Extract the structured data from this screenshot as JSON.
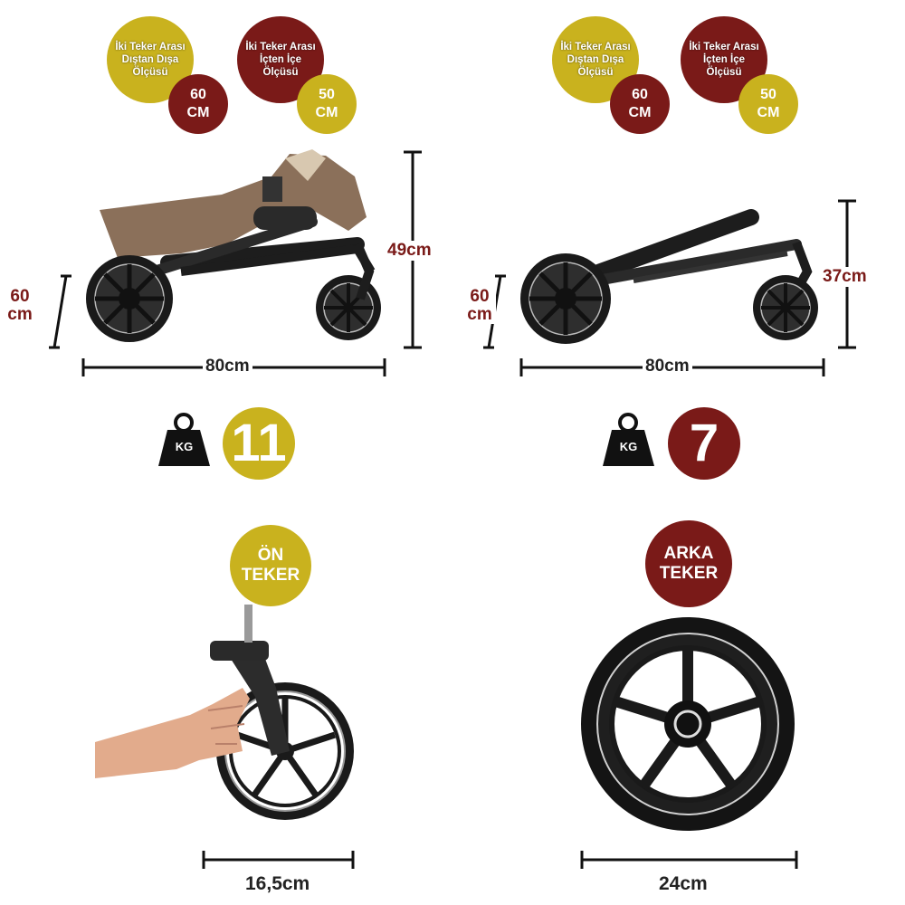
{
  "left_stroller": {
    "outer_wheel_badge": {
      "label": "İki Teker Arası Dıştan Dışa Ölçüsü",
      "value": "60 CM"
    },
    "inner_wheel_badge": {
      "label": "İki Teker Arası İçten İçe Ölçüsü",
      "value": "50 CM"
    },
    "height": "49cm",
    "depth": "60 cm",
    "length": "80cm",
    "weight_unit": "KG",
    "weight": "11"
  },
  "right_stroller": {
    "outer_wheel_badge": {
      "label": "İki Teker Arası Dıştan Dışa Ölçüsü",
      "value": "60 CM"
    },
    "inner_wheel_badge": {
      "label": "İki Teker Arası İçten İçe Ölçüsü",
      "value": "50 CM"
    },
    "height": "37cm",
    "depth": "60 cm",
    "length": "80cm",
    "weight_unit": "KG",
    "weight": "7"
  },
  "front_wheel": {
    "label": "ÖN TEKER",
    "size": "16,5cm"
  },
  "rear_wheel": {
    "label": "ARKA TEKER",
    "size": "24cm"
  },
  "colors": {
    "mustard": "#c9b21e",
    "maroon": "#7a1a18"
  }
}
